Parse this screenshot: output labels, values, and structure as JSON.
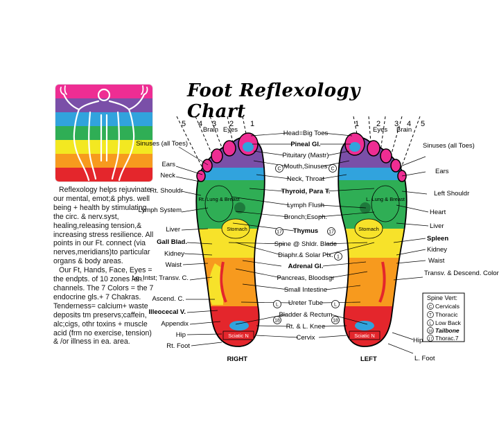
{
  "title": "Foot Reflexology Chart",
  "description": {
    "p1": "Reflexology helps rejuvinate our mental, emot;& phys. well being + health by stimulating the circ. & nerv.syst, healing,releasing tension,& increasing stress resilience. All points in our Ft. connect (via nerves,meridians)to particular organs & body areas.",
    "p2": "Our Ft, Hands, Face, Eyes = the endpts. of 10 zones /en. channels. The 7 Colors = the 7 endocrine gls.+ 7 Chakras. Tenderness= calcium+ waste deposits tm preservs;caffein, alc;cigs, othr toxins + muscle acid (frm no exercise, tension) & /or illness in ea. area."
  },
  "chakra_colors": [
    "#ee2d93",
    "#7a4fa8",
    "#31a3dd",
    "#2fae55",
    "#f3e821",
    "#f79a1e",
    "#e4262c"
  ],
  "zone_numbers": {
    "right": [
      "5",
      "4",
      "3",
      "2",
      "1"
    ],
    "left": [
      "1",
      "2",
      "3",
      "4",
      "5"
    ]
  },
  "right_labels": {
    "sinuses": "Sinuses (all Toes)",
    "brain": "Brain",
    "eyes": "Eyes",
    "ears": "Ears",
    "neck": "Neck",
    "shoulder": "Rt. Shouldr",
    "lymph": "Lymph System",
    "liver": "Liver",
    "gallblad": "Gall Blad.",
    "kidney": "Kidney",
    "waist": "Waist",
    "lg_intst": "Lg. Intst; Transv. C.",
    "ascend": "Ascend. C.",
    "illeocecal": "Illeocecal V.",
    "appendix": "Appendix",
    "hip": "Hip",
    "rt_foot": "Rt. Foot",
    "foot_name": "RIGHT"
  },
  "center_labels": {
    "head": "Head=Big Toes",
    "pineal": "Pineal Gl.",
    "pituitary": "Pituitary (Mastr)",
    "mouth": "Mouth,Sinuses",
    "neck_throat": "Neck, Throat",
    "thyroid": "Thyroid, Para T.",
    "lymph_flush": "Lymph Flush",
    "bronch": "Bronch;Esoph.",
    "thymus": "Thymus",
    "spine": "Spine @ Shldr. Blade",
    "diaphr": "Diaphr.& Solar Plx.",
    "adrenal": "Adrenal Gl.",
    "pancreas": "Pancreas, Bloodsgr",
    "small_int": "Small Intestine",
    "ureter": "Ureter Tube",
    "bladder": "Bladder & Rectum",
    "knee": "Rt. & L. Knee",
    "cervix": "Cervix"
  },
  "left_labels": {
    "eyes": "Eyes",
    "brain": "Brain",
    "sinuses": "Sinuses (all Toes)",
    "ears": "Ears",
    "shoulder": "Left Shouldr",
    "heart": "Heart",
    "liver": "Liver",
    "spleen": "Spleen",
    "kidney": "Kidney",
    "waist": "Waist",
    "transv": "Transv. & Descend. Colon",
    "hip": "Hip",
    "l_foot": "L. Foot",
    "foot_name": "LEFT"
  },
  "foot_labels": {
    "rt_lung": "Rt. Lung & Breast",
    "l_lung": "L. Lung & Breast",
    "stomach": "Stomach",
    "sciatic": "Sciatic N"
  },
  "markers": [
    "C",
    "17",
    "1",
    "L",
    "18"
  ],
  "spine_legend": {
    "title": "Spine Vert:",
    "items": [
      {
        "mark": "C",
        "label": "Cervicals"
      },
      {
        "mark": "T",
        "label": "Thoracic"
      },
      {
        "mark": "L",
        "label": "Low Back"
      },
      {
        "mark": "18",
        "label": "Tailbone"
      },
      {
        "mark": "17",
        "label": "Thorac.7"
      }
    ]
  }
}
